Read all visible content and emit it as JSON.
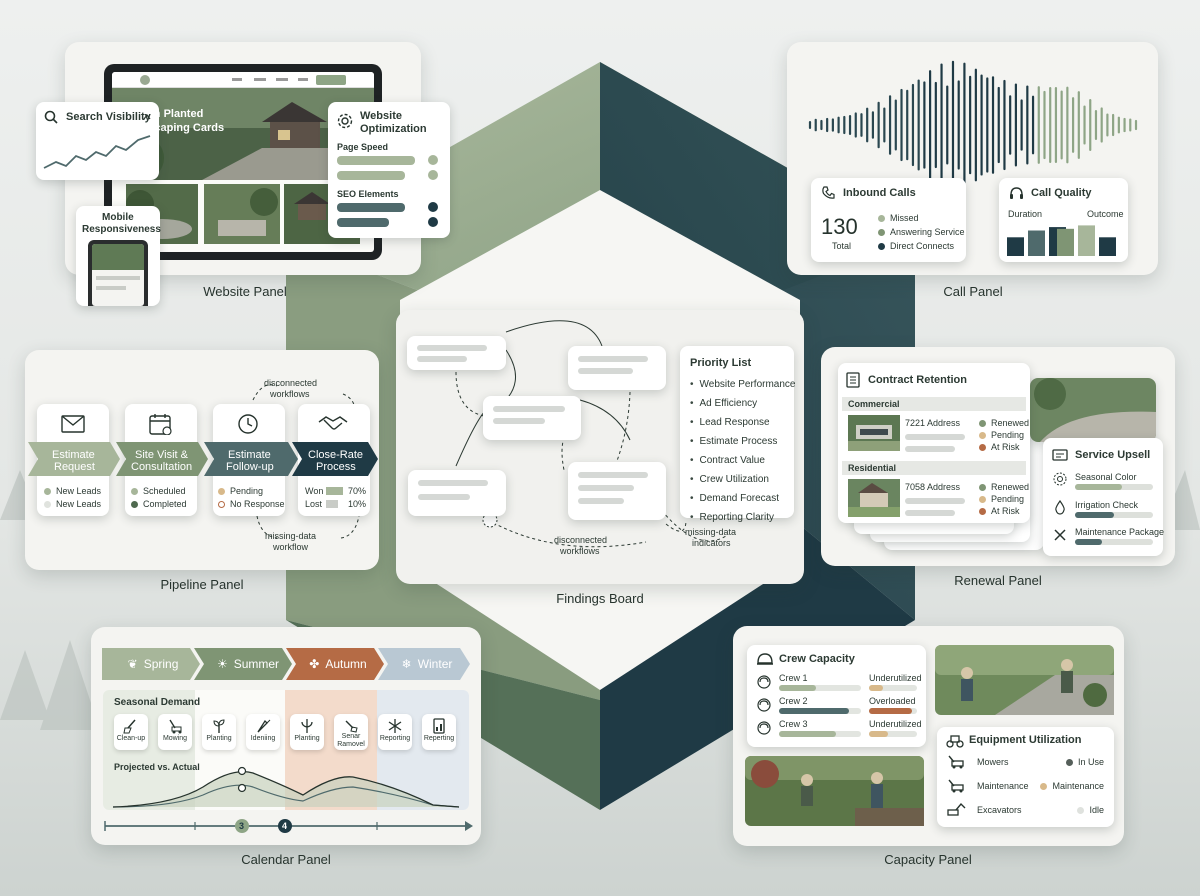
{
  "colors": {
    "sage": "#a7b69a",
    "sage_dark": "#7f9574",
    "slate": "#4f6a6c",
    "navy": "#1f3a45",
    "rust": "#b56b45",
    "tan": "#d8b98a",
    "ice": "#b9c8d3"
  },
  "website_panel": {
    "caption": "Website Panel",
    "hero_text_1": "Garden Planted",
    "hero_text_2": "Landscaping Cards",
    "search_visibility": {
      "title": "Search Visibility"
    },
    "optimization": {
      "title_1": "Website",
      "title_2": "Optimization",
      "page_speed_label": "Page Speed",
      "seo_label": "SEO Elements"
    },
    "mobile": {
      "title_1": "Mobile",
      "title_2": "Responsiveness"
    }
  },
  "call_panel": {
    "caption": "Call Panel",
    "inbound": {
      "title": "Inbound Calls",
      "total_value": "130",
      "total_label": "Total",
      "legend": [
        "Missed",
        "Answering Service",
        "Direct Connects"
      ]
    },
    "quality": {
      "title": "Call Quality",
      "duration_label": "Duration",
      "outcome_label": "Outcome",
      "duration_levels": [
        0.55,
        0.75,
        0.85
      ],
      "outcome_levels": [
        0.8,
        0.9,
        0.55
      ]
    }
  },
  "pipeline_panel": {
    "caption": "Pipeline Panel",
    "note_top_1": "disconnected",
    "note_top_2": "workflows",
    "note_bottom_1": "missing-data",
    "note_bottom_2": "workflow",
    "stages": [
      {
        "label_1": "Estimate",
        "label_2": "Request",
        "items": [
          "New Leads",
          "New Leads"
        ]
      },
      {
        "label_1": "Site Visit &",
        "label_2": "Consultation",
        "items": [
          "Scheduled",
          "Completed"
        ]
      },
      {
        "label_1": "Estimate",
        "label_2": "Follow-up",
        "items": [
          "Pending",
          "No Response"
        ]
      },
      {
        "label_1": "Close-Rate",
        "label_2": "Process",
        "items": [
          "Won",
          "Lost"
        ],
        "values": [
          "70%",
          "10%"
        ]
      }
    ]
  },
  "findings_board": {
    "caption": "Findings Board",
    "note_left_1": "disconnected",
    "note_left_2": "workflows",
    "note_right_1": "missing-data",
    "note_right_2": "indicators",
    "priority_title": "Priority List",
    "priority_items": [
      "Website Performance",
      "Ad Efficiency",
      "Lead Response",
      "Estimate Process",
      "Contract Value",
      "Crew Utilization",
      "Demand Forecast",
      "Reporting Clarity"
    ]
  },
  "renewal_panel": {
    "caption": "Renewal Panel",
    "retention_title": "Contract Retention",
    "commercial": {
      "label": "Commercial",
      "address": "7221 Address",
      "statuses": [
        "Renewed",
        "Pending",
        "At Risk"
      ]
    },
    "residential": {
      "label": "Residential",
      "address": "7058 Address",
      "statuses": [
        "Renewed",
        "Pending",
        "At Risk"
      ]
    },
    "upsell": {
      "title": "Service Upsell",
      "items": [
        "Seasonal Color",
        "Irrigation Check",
        "Maintenance Package"
      ]
    }
  },
  "calendar_panel": {
    "caption": "Calendar Panel",
    "seasons": [
      "Spring",
      "Summer",
      "Autumn",
      "Winter"
    ],
    "demand_title": "Seasonal Demand",
    "tiles": [
      "Clean-up",
      "Mowing",
      "Planting",
      "Ideniing",
      "Planting",
      "Senar Ramovel",
      "Reporting",
      "Reperting"
    ],
    "projected_label": "Projected vs. Actual",
    "timeline_markers": [
      "3",
      "4"
    ]
  },
  "capacity_panel": {
    "caption": "Capacity Panel",
    "crew_title": "Crew Capacity",
    "crews": [
      {
        "name": "Crew 1",
        "status": "Underutilized",
        "level": 0.45,
        "status_level": 0.3
      },
      {
        "name": "Crew 2",
        "status": "Overloaded",
        "level": 0.85,
        "status_level": 0.9
      },
      {
        "name": "Crew 3",
        "status": "Underutilized",
        "level": 0.7,
        "status_level": 0.4
      }
    ],
    "equipment_title": "Equipment Utilization",
    "equipment": [
      {
        "name": "Mowers",
        "status": "In Use"
      },
      {
        "name": "Maintenance",
        "status": "Maintenance"
      },
      {
        "name": "Excavators",
        "status": "Idle"
      }
    ]
  }
}
